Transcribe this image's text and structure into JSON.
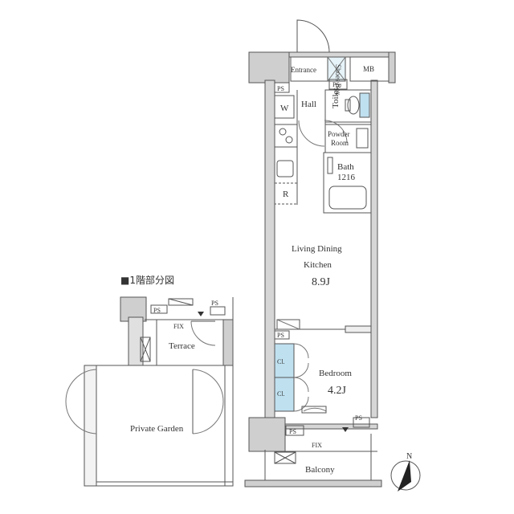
{
  "labels": {
    "entrance": "Entrance",
    "shoes_box": "Shoes Box",
    "mb": "MB",
    "ps": "PS",
    "w": "W",
    "hall": "Hall",
    "toilet": "Toilet",
    "powder_room_1": "Powder",
    "powder_room_2": "Room",
    "bath": "Bath",
    "bath_size": "1216",
    "r": "R",
    "ldk_1": "Living Dining",
    "ldk_2": "Kitchen",
    "ldk_size": "8.9J",
    "bedroom": "Bedroom",
    "bedroom_size": "4.2J",
    "cl": "Cl.",
    "fix": "FIX",
    "balcony": "Balcony",
    "terrace": "Terrace",
    "private_garden": "Private Garden",
    "floor1_title": "■1階部分図",
    "north": "N"
  },
  "colors": {
    "wall": "#cfcfcf",
    "line": "#555555",
    "closet": "#bfe0ef",
    "text": "#333333"
  }
}
